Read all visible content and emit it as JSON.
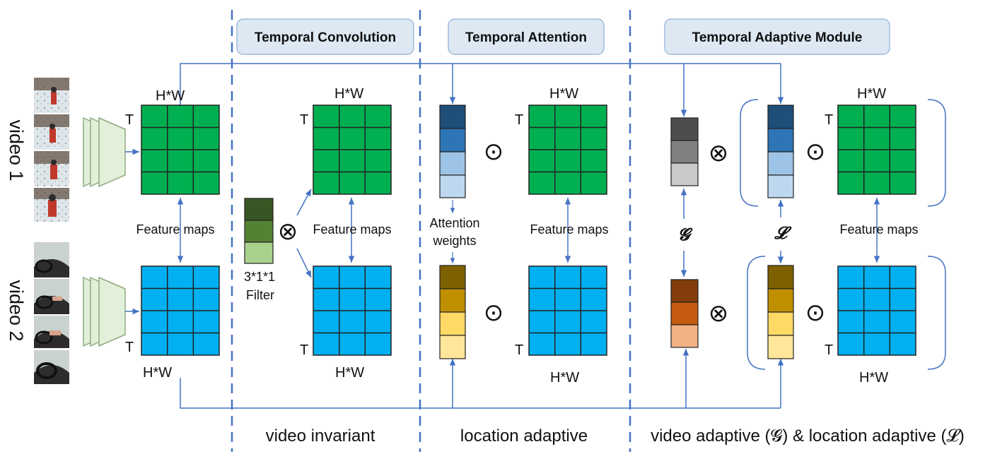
{
  "headers": {
    "temporal_convolution": "Temporal Convolution",
    "temporal_attention": "Temporal Attention",
    "temporal_adaptive_module": "Temporal Adaptive Module"
  },
  "inputs": {
    "video1": "video 1",
    "video2": "video 2"
  },
  "labels": {
    "hw": "H*W",
    "t": "T",
    "feature_maps": "Feature maps",
    "filter_dim": "3*1*1",
    "filter": "Filter",
    "attention": "Attention",
    "weights": "weights",
    "g_symbol": "𝓖",
    "l_symbol": "𝓛",
    "hadamard": "⊙",
    "tensor": "⊗"
  },
  "captions": {
    "video_invariant": "video invariant",
    "location_adaptive": "location adaptive",
    "video_location_adaptive": "video adaptive (𝓖) & location adaptive (𝓛)"
  },
  "colors": {
    "green_map": "#00b050",
    "blue_map": "#00b0f0",
    "header_fill": "#dde8f3",
    "header_stroke": "#9fbbd9",
    "arrow": "#4472c4",
    "filter": [
      "#375623",
      "#548235",
      "#a9d18e"
    ],
    "attention_blue": [
      "#1f4e79",
      "#2e75b6",
      "#9dc3e6",
      "#bdd7ee"
    ],
    "attention_gold": [
      "#7f6000",
      "#bf8f00",
      "#ffd966",
      "#ffe699"
    ],
    "gray_weights": [
      "#4d4d4d",
      "#808080",
      "#c9c9c9"
    ],
    "orange_weights": [
      "#843c0c",
      "#c55a11",
      "#f4b183"
    ]
  }
}
